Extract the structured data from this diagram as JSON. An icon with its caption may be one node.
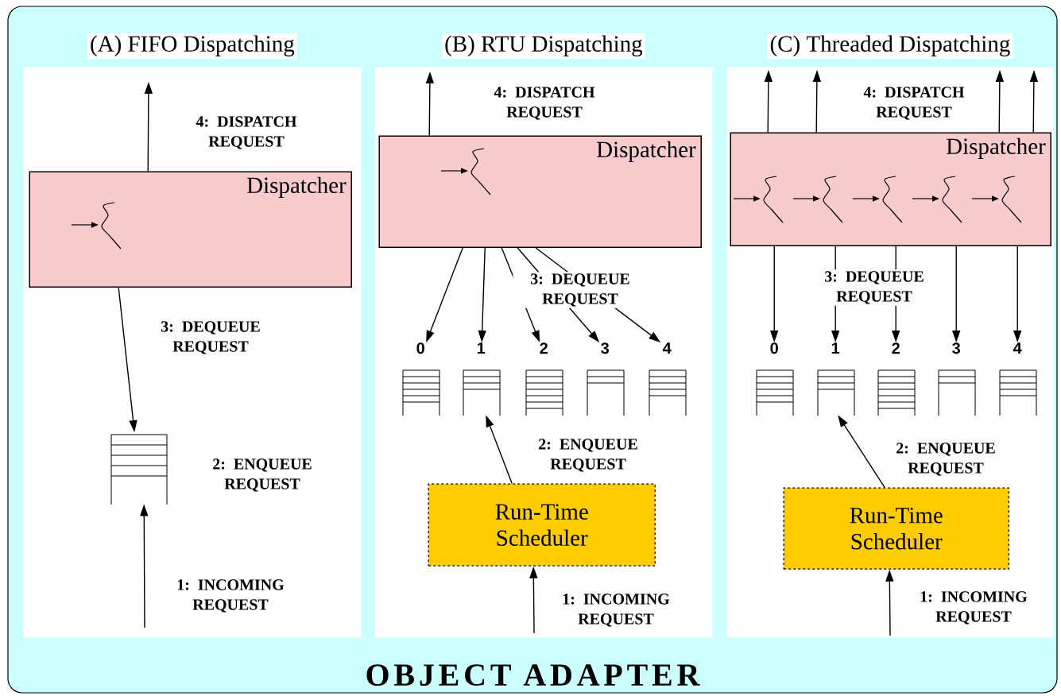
{
  "diagram": {
    "nodes": [
      {
        "text": [
          "OBJECT ADAPTER"
        ]
      },
      {
        "text": [
          "(A) FIFO Dispatching"
        ],
        "in": 0
      },
      {
        "text": [
          "Dispatcher"
        ],
        "in": 1
      },
      {
        "text": [],
        "shape": "queue",
        "in": 1,
        "beside": [
          "2: ENQUEUE REQUEST"
        ]
      },
      {
        "text": [
          "(B) RTU Dispatching"
        ],
        "in": 0
      },
      {
        "text": [
          "Dispatcher"
        ],
        "in": 4
      },
      {
        "text": [
          "0"
        ],
        "in": 4
      },
      {
        "text": [
          "1"
        ],
        "in": 4
      },
      {
        "text": [
          "2"
        ],
        "in": 4
      },
      {
        "text": [
          "3"
        ],
        "in": 4
      },
      {
        "text": [
          "4"
        ],
        "in": 4
      },
      {
        "text": [
          "Run-Time Scheduler"
        ],
        "in": 4
      },
      {
        "text": [
          "(C) Threaded Dispatching"
        ],
        "in": 0
      },
      {
        "text": [
          "Dispatcher"
        ],
        "in": 12
      },
      {
        "text": [
          "0"
        ],
        "in": 12
      },
      {
        "text": [
          "1"
        ],
        "in": 12
      },
      {
        "text": [
          "2"
        ],
        "in": 12
      },
      {
        "text": [
          "3"
        ],
        "in": 12
      },
      {
        "text": [
          "4"
        ],
        "in": 12
      },
      {
        "text": [
          "Run-Time Scheduler"
        ],
        "in": 12
      }
    ],
    "edges": [
      {
        "from": null,
        "to": 3,
        "arrow": "to",
        "label": "1: INCOMING REQUEST"
      },
      {
        "from": 2,
        "to": 3,
        "arrow": "to",
        "label": "3: DEQUEUE REQUEST"
      },
      {
        "from": 2,
        "to": null,
        "arrow": "to",
        "label": "4: DISPATCH REQUEST"
      },
      {
        "from": null,
        "to": 11,
        "arrow": "to",
        "label": "1: INCOMING REQUEST"
      },
      {
        "from": 11,
        "to": 7,
        "arrow": "to",
        "label": "2: ENQUEUE REQUEST"
      },
      {
        "from": 5,
        "to": 6,
        "arrow": "to"
      },
      {
        "from": 5,
        "to": 7,
        "arrow": "to"
      },
      {
        "from": 5,
        "to": 8,
        "arrow": "to"
      },
      {
        "from": 5,
        "to": 9,
        "arrow": "to",
        "label": "3: DEQUEUE REQUEST"
      },
      {
        "from": 5,
        "to": 10,
        "arrow": "to"
      },
      {
        "from": 5,
        "to": null,
        "arrow": "to",
        "label": "4: DISPATCH REQUEST"
      },
      {
        "from": null,
        "to": 19,
        "arrow": "to",
        "label": "1: INCOMING REQUEST"
      },
      {
        "from": 19,
        "to": 15,
        "arrow": "to",
        "label": "2: ENQUEUE REQUEST"
      },
      {
        "from": 13,
        "to": 14,
        "arrow": "to"
      },
      {
        "from": 13,
        "to": 15,
        "arrow": "to",
        "label": "3: DEQUEUE REQUEST"
      },
      {
        "from": 13,
        "to": 16,
        "arrow": "to"
      },
      {
        "from": 13,
        "to": 17,
        "arrow": "to"
      },
      {
        "from": 13,
        "to": 18,
        "arrow": "to"
      },
      {
        "from": 13,
        "to": null,
        "arrow": "to"
      },
      {
        "from": 13,
        "to": null,
        "arrow": "to",
        "label": "4: DISPATCH REQUEST"
      },
      {
        "from": 13,
        "to": null,
        "arrow": "to"
      },
      {
        "from": 13,
        "to": null,
        "arrow": "to"
      }
    ]
  }
}
